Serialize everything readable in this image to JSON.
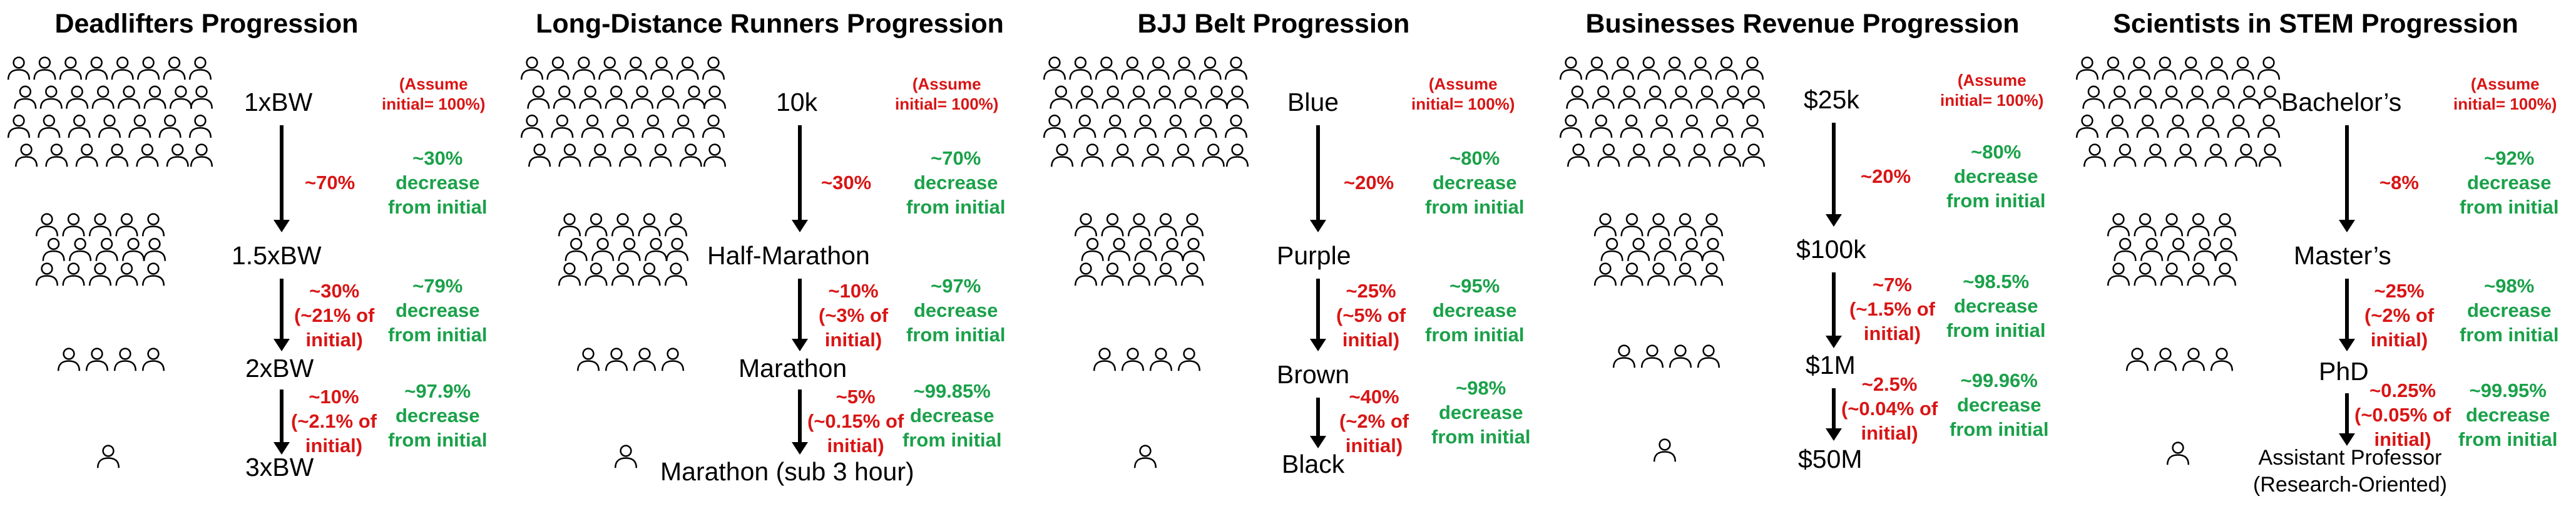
{
  "assume_note": [
    "(Assume",
    "initial= 100%)"
  ],
  "panels": [
    {
      "title": "Deadlifters Progression",
      "stages": [
        "1xBW",
        "1.5xBW",
        "2xBW",
        "3xBW"
      ],
      "red": [
        [
          "~70%"
        ],
        [
          "~30%",
          "(~21% of",
          "initial)"
        ],
        [
          "~10%",
          "(~2.1% of",
          "initial)"
        ]
      ],
      "green": [
        [
          "~30%",
          "decrease",
          "from initial"
        ],
        [
          "~79%",
          "decrease",
          "from initial"
        ],
        [
          "~97.9%",
          "decrease",
          "from initial"
        ]
      ]
    },
    {
      "title": "Long-Distance Runners Progression",
      "stages": [
        "10k",
        "Half-Marathon",
        "Marathon",
        "Marathon (sub 3 hour)"
      ],
      "red": [
        [
          "~30%"
        ],
        [
          "~10%",
          "(~3% of",
          "initial)"
        ],
        [
          "~5%",
          "(~0.15% of",
          "initial)"
        ]
      ],
      "green": [
        [
          "~70%",
          "decrease",
          "from initial"
        ],
        [
          "~97%",
          "decrease",
          "from initial"
        ],
        [
          "~99.85%",
          "decrease",
          "from initial"
        ]
      ]
    },
    {
      "title": "BJJ Belt Progression",
      "stages": [
        "Blue",
        "Purple",
        "Brown",
        "Black"
      ],
      "red": [
        [
          "~20%"
        ],
        [
          "~25%",
          "(~5% of",
          "initial)"
        ],
        [
          "~40%",
          "(~2% of",
          "initial)"
        ]
      ],
      "green": [
        [
          "~80%",
          "decrease",
          "from initial"
        ],
        [
          "~95%",
          "decrease",
          "from initial"
        ],
        [
          "~98%",
          "decrease",
          "from initial"
        ]
      ]
    },
    {
      "title": "Businesses Revenue Progression",
      "stages": [
        "$25k",
        "$100k",
        "$1M",
        "$50M"
      ],
      "red": [
        [
          "~20%"
        ],
        [
          "~7%",
          "(~1.5% of",
          "initial)"
        ],
        [
          "~2.5%",
          "(~0.04% of",
          "initial)"
        ]
      ],
      "green": [
        [
          "~80%",
          "decrease",
          "from initial"
        ],
        [
          "~98.5%",
          "decrease",
          "from initial"
        ],
        [
          "~99.96%",
          "decrease",
          "from initial"
        ]
      ]
    },
    {
      "title": "Scientists in STEM Progression",
      "stages": [
        "Bachelor’s",
        "Master’s",
        "PhD",
        "Assistant Professor",
        "(Research-Oriented)"
      ],
      "red": [
        [
          "~8%"
        ],
        [
          "~25%",
          "(~2% of",
          "initial)"
        ],
        [
          "~0.25%",
          "(~0.05% of",
          "initial)"
        ]
      ],
      "green": [
        [
          "~92%",
          "decrease",
          "from initial"
        ],
        [
          "~98%",
          "decrease",
          "from initial"
        ],
        [
          "~99.95%",
          "decrease",
          "from initial"
        ]
      ]
    }
  ]
}
